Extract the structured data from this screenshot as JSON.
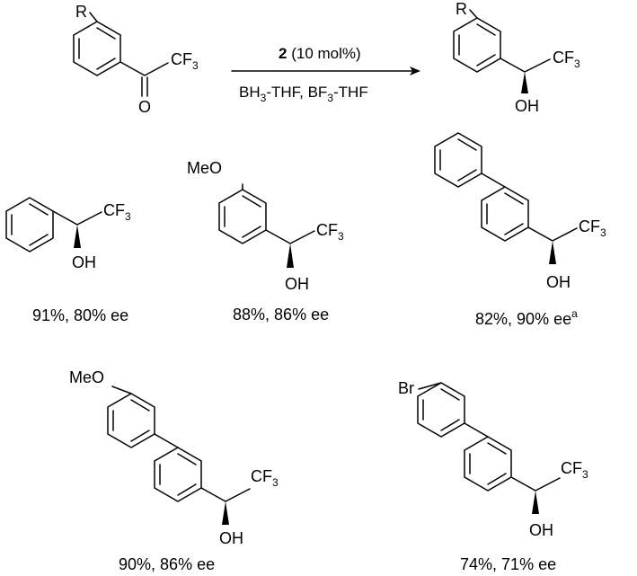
{
  "reaction": {
    "substrate_substituent": "R",
    "catalyst_number": "2",
    "catalyst_loading": "(10 mol%)",
    "reagents": {
      "borane_base": "BH",
      "borane_sub": "3",
      "borane_rest": "-THF, BF",
      "bf_sub": "3",
      "bf_rest": "-THF"
    }
  },
  "labels": {
    "r": "R",
    "meo": "MeO",
    "br": "Br",
    "oxygen": "O",
    "cf_base": "CF",
    "cf_sub": "3",
    "oh": "OH"
  },
  "products": [
    {
      "yield": "91%",
      "ee": "80% ee",
      "note": ""
    },
    {
      "yield": "88%",
      "ee": "86% ee",
      "note": ""
    },
    {
      "yield": "82%",
      "ee": "90% ee",
      "note": "a"
    },
    {
      "yield": "90%",
      "ee": "86% ee",
      "note": ""
    },
    {
      "yield": "74%",
      "ee": "71% ee",
      "note": ""
    }
  ],
  "colors": {
    "ink": "#000000",
    "background": "#ffffff"
  }
}
